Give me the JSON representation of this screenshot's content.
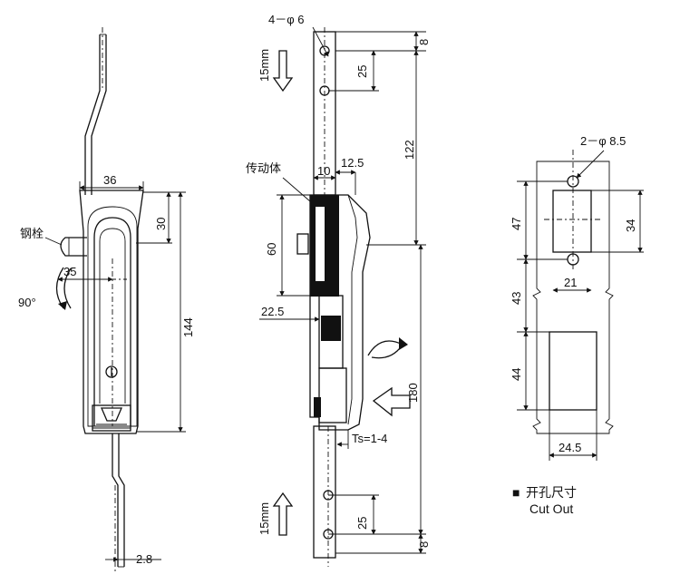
{
  "left_view": {
    "steel_bolt_label": "钢栓",
    "angle_label": "90°",
    "dims": {
      "width": "36",
      "upper": "30",
      "height": "144",
      "offset": "35",
      "rod": "2.8"
    }
  },
  "middle_view": {
    "holes_label": "4－φ 6",
    "drive_body_label": "传动体",
    "travel_top": "15mm",
    "travel_bottom": "15mm",
    "ts_label": "Ts=1-4",
    "dims": {
      "top_small": "8",
      "hole_gap_top": "25",
      "top_total": "122",
      "body_width": "10",
      "body_offset": "12.5",
      "body_height": "60",
      "depth": "22.5",
      "bottom_total": "180",
      "hole_gap_bottom": "25",
      "bottom_small": "8"
    }
  },
  "cutout_view": {
    "holes_label": "2－φ 8.5",
    "dims": {
      "upper": "47",
      "middle": "43",
      "lower": "44",
      "slot_height": "34",
      "slot_width": "21",
      "width": "24.5"
    },
    "legend_square": "■",
    "legend_cn": "开孔尺寸",
    "legend_en": "Cut Out"
  }
}
